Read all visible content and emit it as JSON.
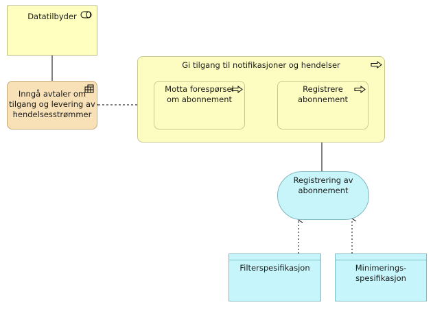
{
  "nodes": {
    "actor": {
      "label": "Datatilbyder"
    },
    "contract": {
      "label": "Inngå avtaler om\ntilgang og levering av\nhendelsesstrømmer"
    },
    "process_main": {
      "label": "Gi tilgang til notifikasjoner og hendelser"
    },
    "process_receive": {
      "label": "Motta forespørsel\nom abonnement"
    },
    "process_register": {
      "label": "Registrere\nabonnement"
    },
    "event": {
      "label": "Registrering av\nabonnement"
    },
    "data_filter": {
      "label": "Filterspesifikasjon"
    },
    "data_minimize": {
      "label": "Minimerings-\nspesifikasjon"
    }
  },
  "colors": {
    "actor_fill": "#ffffc0",
    "contract_fill": "#f8e1b6",
    "process_fill": "#fdfdc2",
    "event_fill": "#c8f5fa",
    "data_fill": "#c6f6fb"
  },
  "icons": {
    "actor": "role-icon",
    "contract": "contract-grid-icon",
    "process": "process-arrow-icon"
  }
}
